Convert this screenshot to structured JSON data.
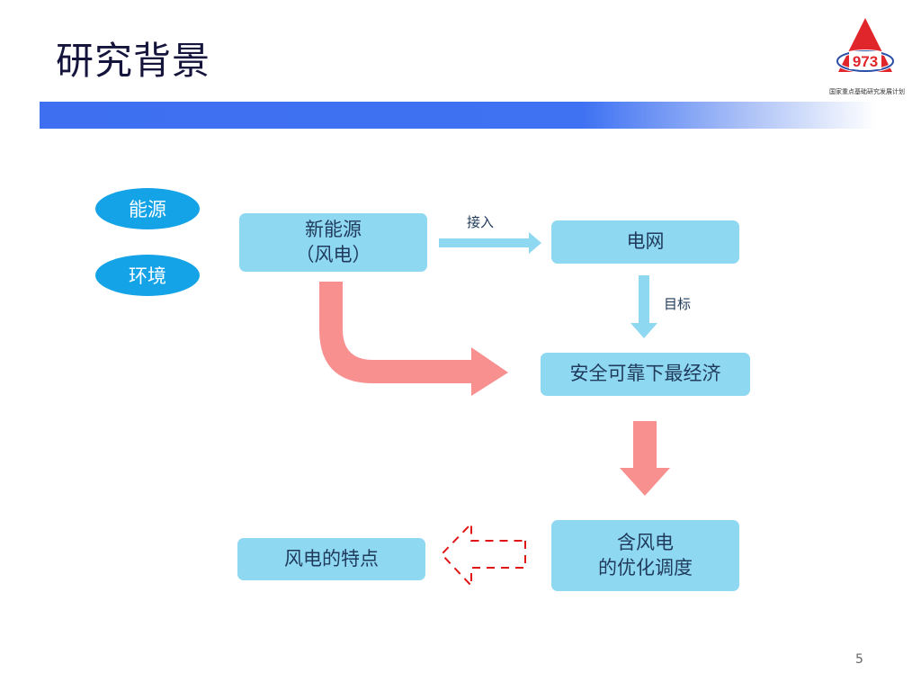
{
  "slide": {
    "title": "研究背景",
    "logo": {
      "number": "973",
      "caption": "国家重点基础研究发展计划"
    },
    "page_number": "5"
  },
  "pills": [
    {
      "label": "能源"
    },
    {
      "label": "环境"
    }
  ],
  "nodes": {
    "new_energy": {
      "line1": "新能源",
      "line2": "（风电）"
    },
    "grid": {
      "label": "电网"
    },
    "goal": {
      "label": "安全可靠下最经济"
    },
    "dispatch": {
      "line1": "含风电",
      "line2": "的优化调度"
    },
    "wind_features": {
      "label": "风电的特点"
    }
  },
  "edge_labels": {
    "connect": "接入",
    "target": "目标"
  },
  "colors": {
    "title": "#14143c",
    "pill": "#15a3e8",
    "box": "#8fd8f2",
    "light_arrow": "#8fd8f2",
    "pink_arrow": "#f89090",
    "dashed_arrow": "#e01515",
    "logo_red": "#e0252b"
  }
}
